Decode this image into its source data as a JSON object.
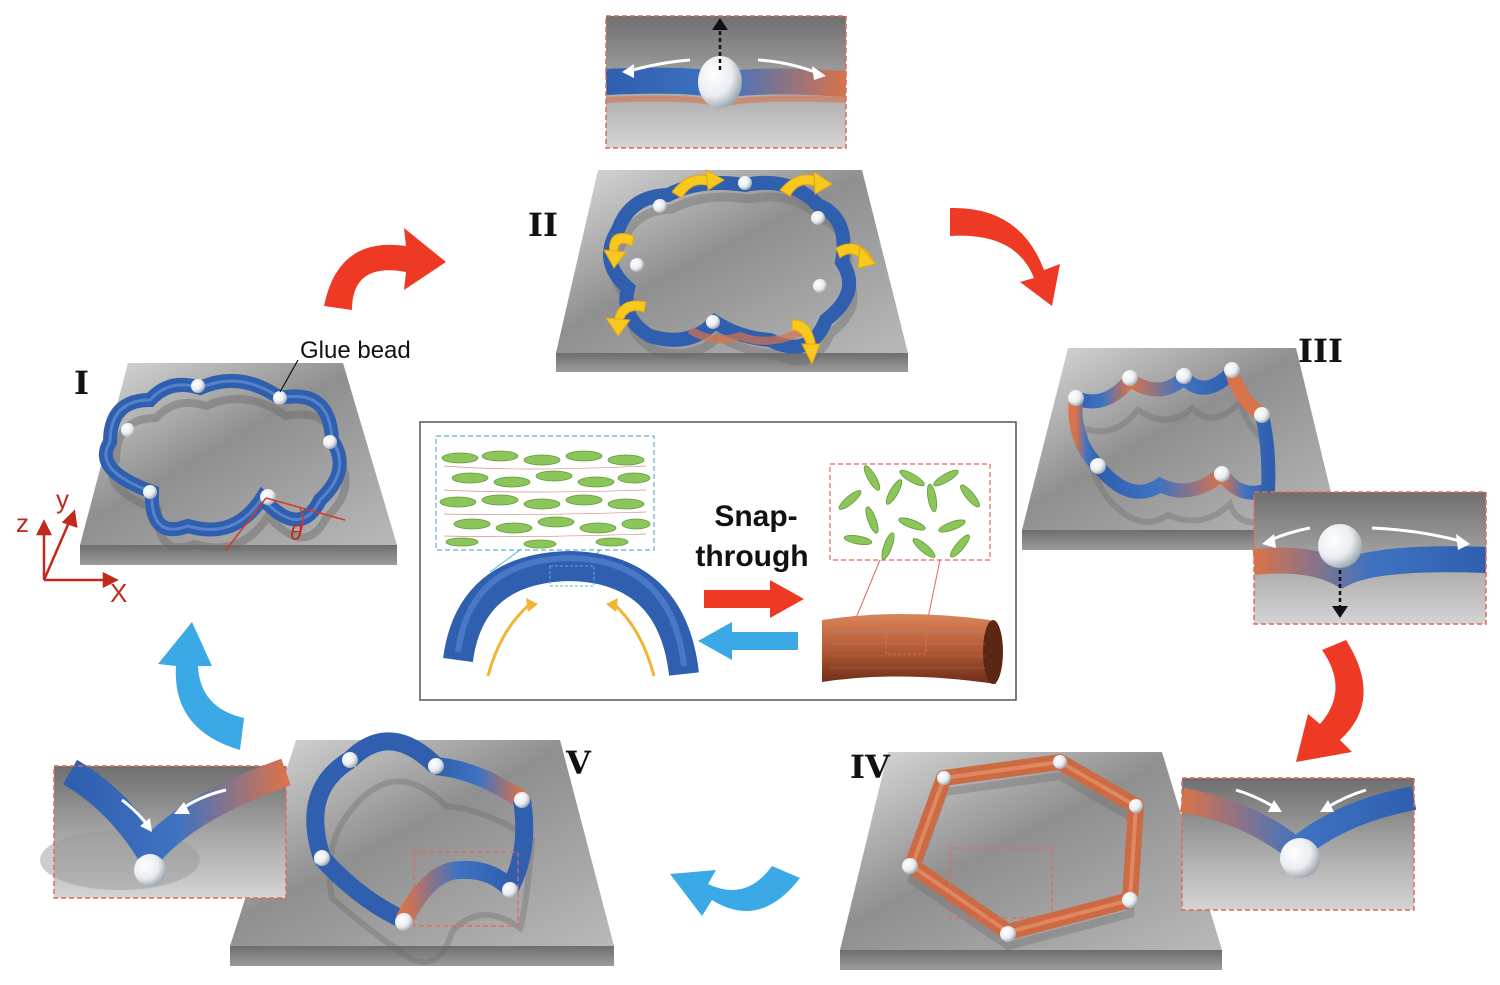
{
  "stages": {
    "s1": "I",
    "s2": "II",
    "s3": "III",
    "s4": "IV",
    "s5": "V"
  },
  "labels": {
    "glue_bead": "Glue bead",
    "theta": "θ",
    "axis_z": "z",
    "axis_y": "y",
    "axis_x": "X",
    "snap_line1": "Snap-",
    "snap_line2": "through"
  },
  "colors": {
    "rod_blue": "#2f5fae",
    "rod_orange": "#d9734a",
    "arrow_red": "#ee3a24",
    "arrow_blue": "#3aa9e6",
    "arrow_yellow": "#f7c81e",
    "inset_border": "#e06a5a",
    "mesogen_green": "#8cc55a",
    "axis_red": "#c0291b"
  },
  "icons": {
    "forward_arrow": "curved-red-arrow",
    "return_arrow": "curved-blue-arrow",
    "twist_arrow": "curved-yellow-arrow"
  }
}
